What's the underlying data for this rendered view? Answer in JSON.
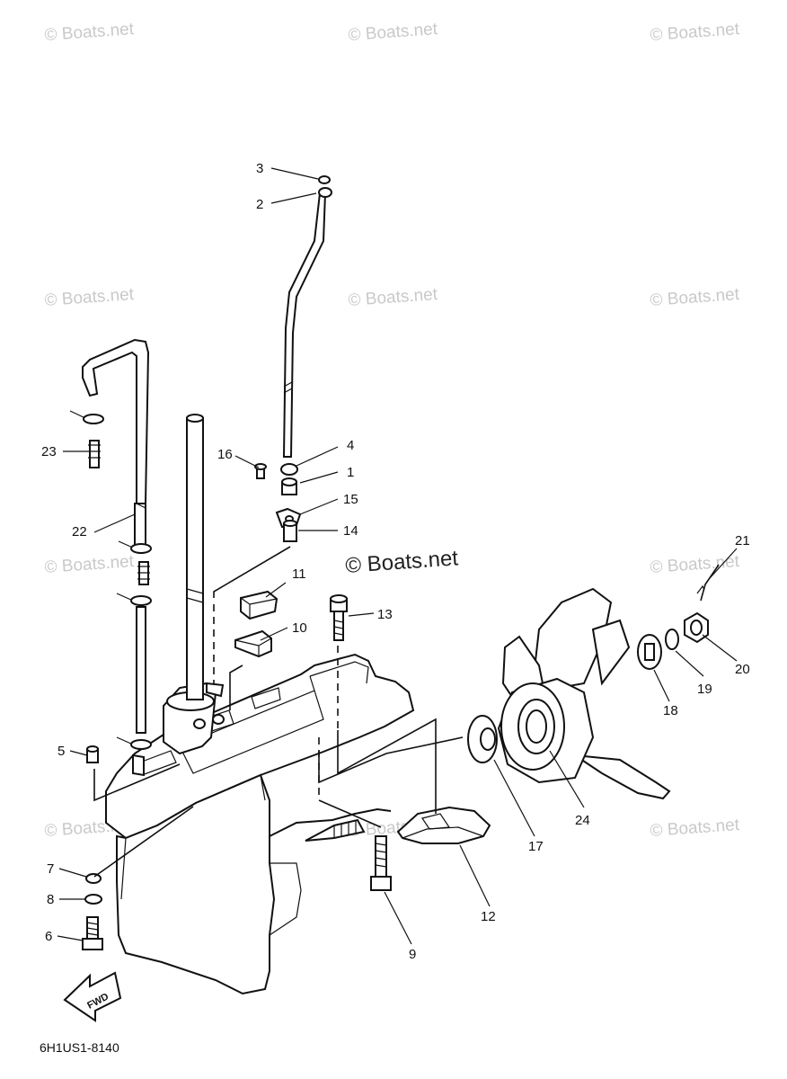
{
  "watermarks": {
    "text": "© Boats.net",
    "center_text": "© Boats.net"
  },
  "callouts": [
    {
      "id": "1",
      "label": "1"
    },
    {
      "id": "2",
      "label": "2"
    },
    {
      "id": "3",
      "label": "3"
    },
    {
      "id": "4",
      "label": "4"
    },
    {
      "id": "5",
      "label": "5"
    },
    {
      "id": "6",
      "label": "6"
    },
    {
      "id": "7",
      "label": "7"
    },
    {
      "id": "8",
      "label": "8"
    },
    {
      "id": "9",
      "label": "9"
    },
    {
      "id": "10",
      "label": "10"
    },
    {
      "id": "11",
      "label": "11"
    },
    {
      "id": "12",
      "label": "12"
    },
    {
      "id": "13",
      "label": "13"
    },
    {
      "id": "14",
      "label": "14"
    },
    {
      "id": "15",
      "label": "15"
    },
    {
      "id": "16",
      "label": "16"
    },
    {
      "id": "17",
      "label": "17"
    },
    {
      "id": "18",
      "label": "18"
    },
    {
      "id": "19",
      "label": "19"
    },
    {
      "id": "20",
      "label": "20"
    },
    {
      "id": "21",
      "label": "21"
    },
    {
      "id": "22",
      "label": "22"
    },
    {
      "id": "23",
      "label": "23"
    },
    {
      "id": "24",
      "label": "24"
    }
  ],
  "fwd_label": "FWD",
  "diagram_code": "6H1US1-8140",
  "icons": {
    "fwd_arrow": "fwd-arrow-icon"
  }
}
